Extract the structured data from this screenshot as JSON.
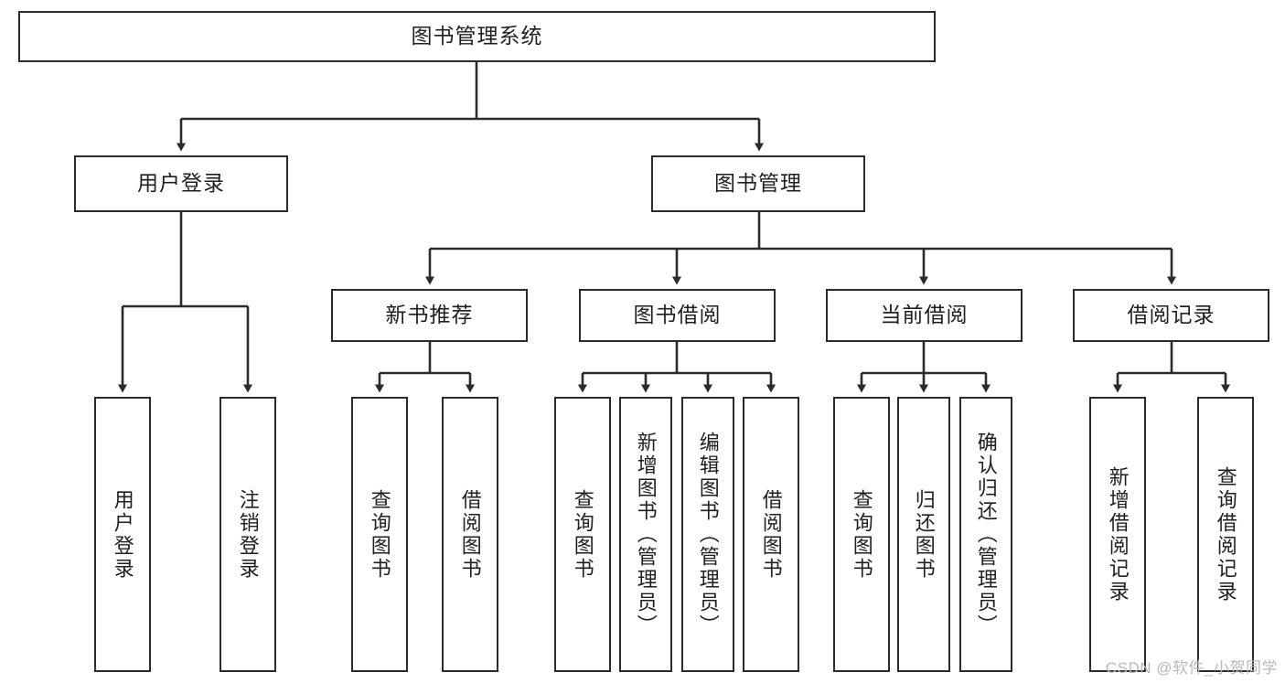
{
  "diagram": {
    "type": "tree-hierarchy",
    "title": "图书管理系统",
    "orientation": "top-down",
    "colors": {
      "box_border": "#2b2b2b",
      "box_fill": "#ffffff",
      "connector": "#2b2b2b",
      "text": "#1f1f1f",
      "watermark": "#b9b9b9",
      "background": "#ffffff"
    },
    "nodes": {
      "root": {
        "label": "图书管理系统",
        "level": 1
      },
      "l2": [
        {
          "id": "user-login",
          "label": "用户登录",
          "level": 2
        },
        {
          "id": "book-manage",
          "label": "图书管理",
          "level": 2
        }
      ],
      "l3": [
        {
          "id": "new-book-rec",
          "label": "新书推荐",
          "level": 3,
          "parent": "book-manage"
        },
        {
          "id": "book-borrow",
          "label": "图书借阅",
          "level": 3,
          "parent": "book-manage"
        },
        {
          "id": "current-borrow",
          "label": "当前借阅",
          "level": 3,
          "parent": "book-manage"
        },
        {
          "id": "borrow-record",
          "label": "借阅记录",
          "level": 3,
          "parent": "book-manage"
        }
      ],
      "leaves": [
        {
          "id": "leaf-user-login",
          "label": "用户登录",
          "parent": "user-login"
        },
        {
          "id": "leaf-logout",
          "label": "注销登录",
          "parent": "user-login"
        },
        {
          "id": "leaf-query-book-1",
          "label": "查询图书",
          "parent": "new-book-rec"
        },
        {
          "id": "leaf-borrow-book-1",
          "label": "借阅图书",
          "parent": "new-book-rec"
        },
        {
          "id": "leaf-query-book-2",
          "label": "查询图书",
          "parent": "book-borrow"
        },
        {
          "id": "leaf-add-book",
          "label": "新增图书（管理员）",
          "parent": "book-borrow"
        },
        {
          "id": "leaf-edit-book",
          "label": "编辑图书（管理员）",
          "parent": "book-borrow"
        },
        {
          "id": "leaf-borrow-book-2",
          "label": "借阅图书",
          "parent": "book-borrow"
        },
        {
          "id": "leaf-query-book-3",
          "label": "查询图书",
          "parent": "current-borrow"
        },
        {
          "id": "leaf-return-book",
          "label": "归还图书",
          "parent": "current-borrow"
        },
        {
          "id": "leaf-confirm-return",
          "label": "确认归还（管理员）",
          "parent": "current-borrow"
        },
        {
          "id": "leaf-add-record",
          "label": "新增借阅记录",
          "parent": "borrow-record"
        },
        {
          "id": "leaf-query-record",
          "label": "查询借阅记录",
          "parent": "borrow-record"
        }
      ]
    },
    "watermark": "CSDN @软件_小贺同学"
  }
}
